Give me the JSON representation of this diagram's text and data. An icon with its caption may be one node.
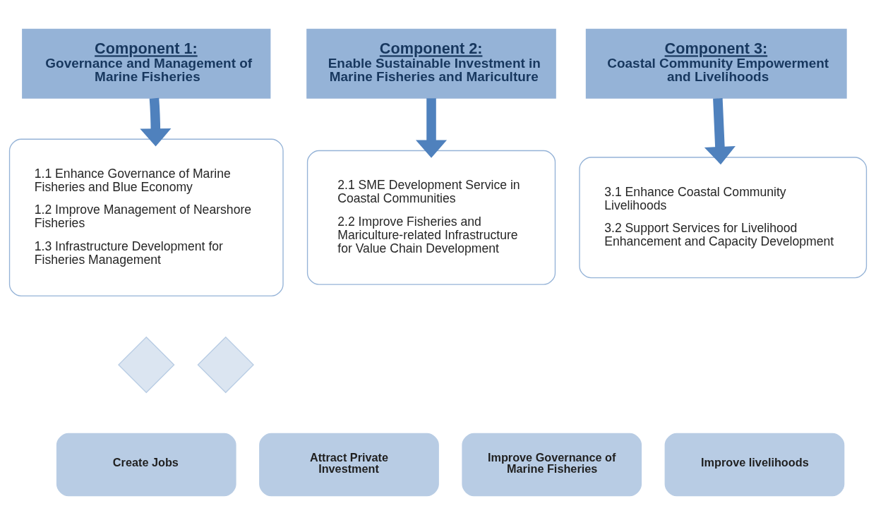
{
  "diagram": {
    "nodes": [
      {
        "text": [
          "Component 1:",
          "Governance and Management of Marine Fisheries"
        ]
      },
      {
        "text": [
          "Component 2:",
          "Enable Sustainable Investment in Marine Fisheries and Mariculture"
        ]
      },
      {
        "text": [
          "Component 3:",
          "Coastal Community Empowerment and Livelihoods"
        ]
      },
      {
        "text": [
          "1.1 Enhance Governance of Marine Fisheries and Blue Economy",
          "1.2 Improve Management of Nearshore Fisheries",
          "1.3 Infrastructure Development for Fisheries Management"
        ]
      },
      {
        "text": [
          "2.1 SME Development Service in Coastal Communities",
          "2.2 Improve Fisheries and Mariculture-related Infrastructure for Value Chain Development"
        ]
      },
      {
        "text": [
          "3.1 Enhance Coastal Community Livelihoods",
          "3.2 Support Services for Livelihood Enhancement and Capacity Development"
        ]
      },
      {
        "text": [],
        "shape": "diamond"
      },
      {
        "text": [],
        "shape": "diamond"
      },
      {
        "text": [
          "Create Jobs"
        ]
      },
      {
        "text": [
          "Attract Private Investment"
        ]
      },
      {
        "text": [
          "Improve Governance of Marine Fisheries"
        ]
      },
      {
        "text": [
          "Improve livelihoods"
        ]
      }
    ],
    "edges": [
      {
        "from": 0,
        "to": 3,
        "arrow": "to"
      },
      {
        "from": 1,
        "to": 4,
        "arrow": "to"
      },
      {
        "from": 2,
        "to": 5,
        "arrow": "to"
      }
    ]
  }
}
